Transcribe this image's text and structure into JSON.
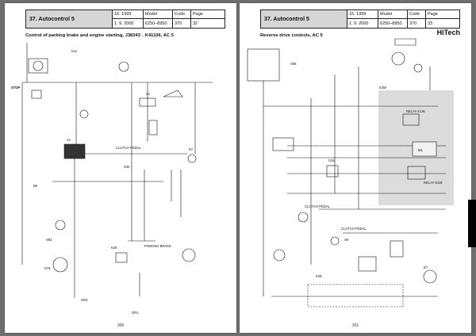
{
  "left_page": {
    "section": "37. Autocontrol 5",
    "date_top": "16. 1999",
    "date": "1. 9. 2000",
    "model_label": "Model",
    "model": "6250–8950",
    "code_label": "Code",
    "code": "370",
    "page_label": "Page",
    "page": "32",
    "title": "Control of parking brake and engine starting, J38343→K41106, AC 5",
    "page_number": "300",
    "labels": [
      "K11",
      "STOP",
      "A1",
      "CLUTCH PEDAL",
      "S30",
      "K28",
      "PARKING BRAKE",
      "S92",
      "S75",
      "X1",
      "E7",
      "B5"
    ]
  },
  "right_page": {
    "section": "37. Autocontrol 5",
    "date_top": "16. 1999",
    "date": "1. 9. 2000",
    "model_label": "Model",
    "model": "6250–8950",
    "code_label": "Code",
    "code": "370",
    "page_label": "Page",
    "page": "33",
    "title": "Reverse drive controls, AC 5",
    "brand": "HiTech",
    "page_number": "301",
    "labels": [
      "S95",
      "K3W",
      "RELAY K1W",
      "RELAY K2W",
      "S16",
      "S9",
      "CLUTCH PEDAL",
      "K28",
      "M1",
      "E7",
      "CLUTCH PEDAL"
    ]
  }
}
